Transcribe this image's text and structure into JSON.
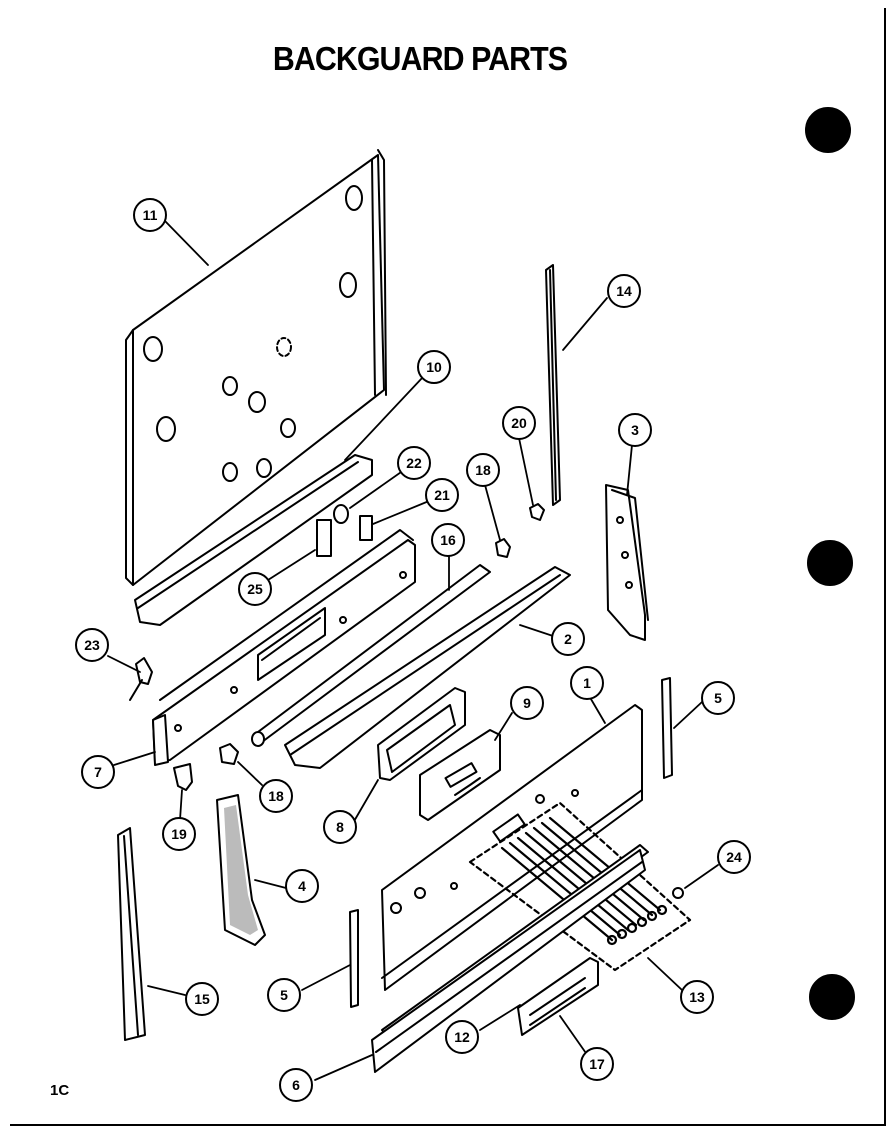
{
  "title": "BACKGUARD PARTS",
  "page_code": "1C",
  "callouts": [
    {
      "id": "c1",
      "label": "1"
    },
    {
      "id": "c2",
      "label": "2"
    },
    {
      "id": "c3",
      "label": "3"
    },
    {
      "id": "c4",
      "label": "4"
    },
    {
      "id": "c5a",
      "label": "5"
    },
    {
      "id": "c5b",
      "label": "5"
    },
    {
      "id": "c6",
      "label": "6"
    },
    {
      "id": "c7",
      "label": "7"
    },
    {
      "id": "c8",
      "label": "8"
    },
    {
      "id": "c9",
      "label": "9"
    },
    {
      "id": "c10",
      "label": "10"
    },
    {
      "id": "c11",
      "label": "11"
    },
    {
      "id": "c12",
      "label": "12"
    },
    {
      "id": "c13",
      "label": "13"
    },
    {
      "id": "c14",
      "label": "14"
    },
    {
      "id": "c15",
      "label": "15"
    },
    {
      "id": "c16",
      "label": "16"
    },
    {
      "id": "c17",
      "label": "17"
    },
    {
      "id": "c18a",
      "label": "18"
    },
    {
      "id": "c18b",
      "label": "18"
    },
    {
      "id": "c19",
      "label": "19"
    },
    {
      "id": "c20",
      "label": "20"
    },
    {
      "id": "c21",
      "label": "21"
    },
    {
      "id": "c22",
      "label": "22"
    },
    {
      "id": "c23",
      "label": "23"
    },
    {
      "id": "c24",
      "label": "24"
    },
    {
      "id": "c25",
      "label": "25"
    }
  ]
}
